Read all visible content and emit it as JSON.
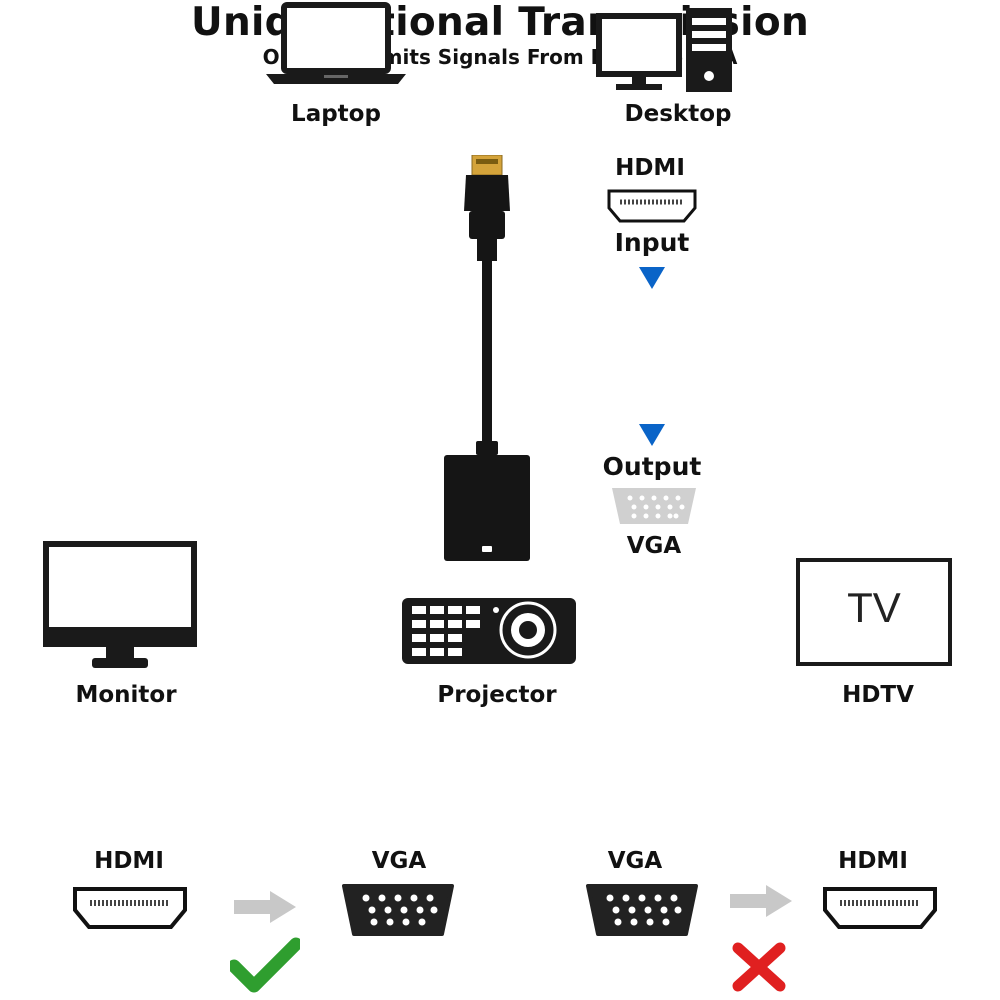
{
  "devices": {
    "laptop": "Laptop",
    "desktop": "Desktop",
    "monitor": "Monitor",
    "projector": "Projector",
    "hdtv": "HDTV",
    "tv_screen_text": "TV"
  },
  "adapter": {
    "input_port": "HDMI",
    "input_label": "Input",
    "output_label": "Output",
    "output_port": "VGA"
  },
  "transmission": {
    "title": "Unidirectional Transmission",
    "subtitle": "Only Transmits Signals From HDMI To VGA",
    "valid": {
      "from": "HDMI",
      "to": "VGA",
      "status": "check"
    },
    "invalid": {
      "from": "VGA",
      "to": "HDMI",
      "status": "cross"
    }
  },
  "colors": {
    "arrow_blue": "#0a64c8",
    "check_green": "#2f9e2f",
    "cross_red": "#e02020",
    "flow_arrow_gray": "#c8c8c8"
  }
}
